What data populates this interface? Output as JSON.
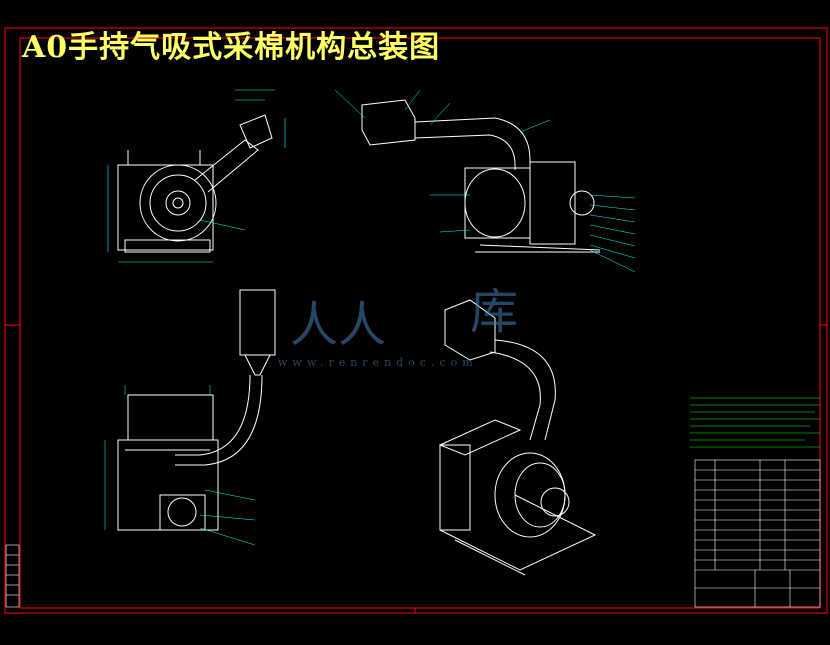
{
  "drawing": {
    "title": "A0手持气吸式采棉机构总装图"
  },
  "watermark": {
    "left_text": "人人",
    "right_text": "库",
    "url": "www.renrendoc.com",
    "color": "#4682b4"
  },
  "colors": {
    "background": "#000000",
    "frame": "#ff0000",
    "title": "#ffff66",
    "part_lines": "#ffffff",
    "dimensions": "#00ffff",
    "notes": "#00ff00"
  }
}
